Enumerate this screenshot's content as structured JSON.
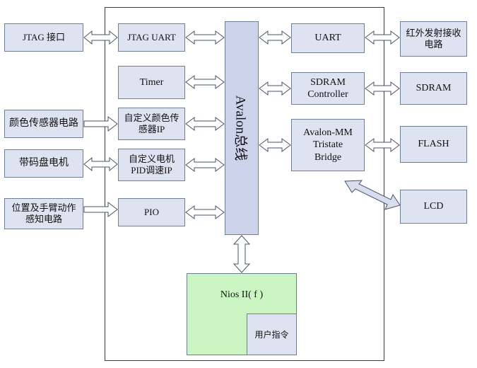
{
  "blocks": {
    "jtag_port": "JTAG 接口",
    "jtag_uart": "JTAG UART",
    "timer": "Timer",
    "color_sensor_circuit": "颜色传感器电路",
    "custom_color_ip": [
      "自定义颜色传",
      "感器IP"
    ],
    "encoder_motor": "带码盘电机",
    "custom_motor_ip": [
      "自定义电机",
      "PID调速IP"
    ],
    "position_sensor_circuit": [
      "位置及手臂动作",
      "感知电路"
    ],
    "pio": "PIO",
    "avalon_bus": "Avalon总线",
    "uart": "UART",
    "ir_circuit": [
      "红外发射接收",
      "电路"
    ],
    "sdram_controller": [
      "SDRAM",
      "Controller"
    ],
    "sdram": "SDRAM",
    "tristate_bridge": [
      "Avalon-MM",
      "Tristate",
      "Bridge"
    ],
    "flash": "FLASH",
    "lcd": "LCD",
    "nios": "Nios II( f )",
    "custom_instruction": "用户指令"
  },
  "colors": {
    "block_fill": "#dde3f0",
    "bus_fill": "#ccd3eb",
    "nios_fill": "#ccf5c4",
    "border": "#6f7f98"
  }
}
